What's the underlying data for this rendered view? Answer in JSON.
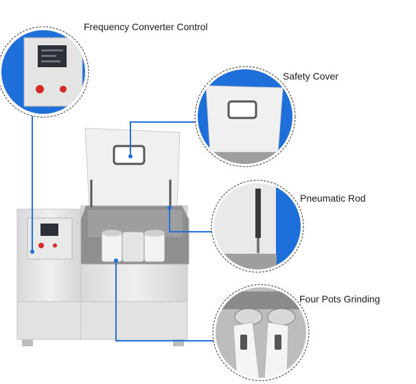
{
  "callouts": {
    "frequency_converter": {
      "label": "Frequency Converter Control"
    },
    "safety_cover": {
      "label": "Safety Cover"
    },
    "pneumatic_rod": {
      "label": "Pneumatic Rod"
    },
    "four_pots": {
      "label": "Four Pots Grinding"
    }
  },
  "colors": {
    "leader_line": "#1e6fd9",
    "callout_fill": "#1e6fd9",
    "machine_body": "#e6e6e6",
    "panel": "#dcdcdc",
    "screen": "#2b2f36",
    "button_red": "#d62828"
  }
}
